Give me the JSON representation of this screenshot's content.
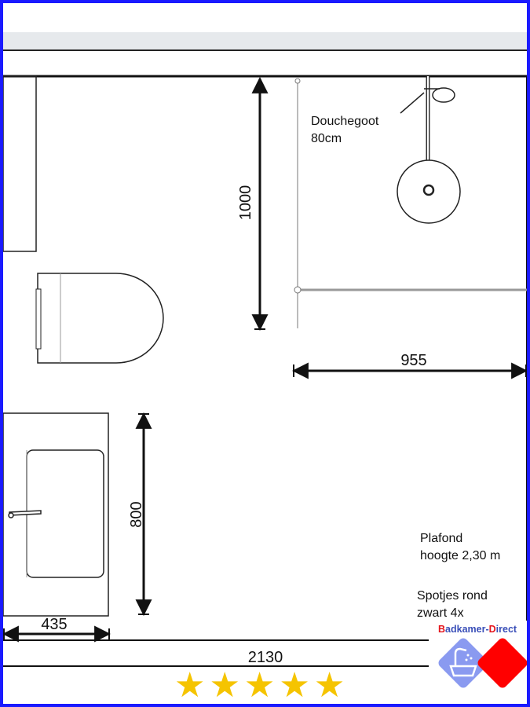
{
  "labels": {
    "shower_drain": [
      "Douchegoot",
      "80cm"
    ],
    "ceiling": [
      "Plafond",
      "hoogte 2,30 m"
    ],
    "spots": [
      "Spotjes rond",
      "zwart 4x"
    ]
  },
  "dimensions": {
    "shower_depth": "1000",
    "shower_width": "955",
    "vanity_length": "800",
    "vanity_depth": "435",
    "room_width": "2130"
  },
  "brand": {
    "part1": "B",
    "part2": "adkamer-",
    "part3": "D",
    "part4": "irect"
  },
  "rating": {
    "stars": 5,
    "max": 5
  },
  "colors": {
    "frame": "#1a1aff",
    "star": "#f5c400",
    "brand_red": "#e5141b",
    "brand_blue": "#7b8de8"
  }
}
